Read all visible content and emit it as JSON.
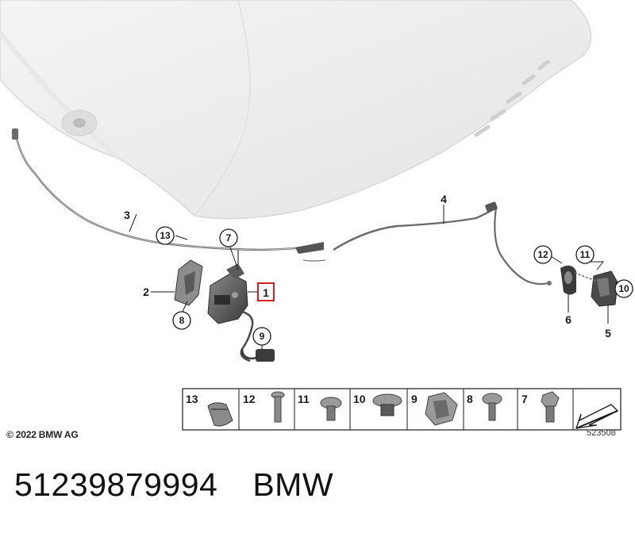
{
  "diagram": {
    "callouts": {
      "c1": "1",
      "c2": "2",
      "c3": "3",
      "c4": "4",
      "c5": "5",
      "c6": "6",
      "c7": "7",
      "c8": "8",
      "c9": "9",
      "c10": "10",
      "c11": "11",
      "c12": "12",
      "c13": "13"
    },
    "highlighted_callout": "1",
    "colors": {
      "highlight": "#d62020",
      "cable": "#555555",
      "part": "#4a4a4a",
      "hood": "#eeeeee"
    }
  },
  "legend": {
    "cells": [
      "13",
      "12",
      "11",
      "10",
      "9",
      "8",
      "7"
    ]
  },
  "copyright": "© 2022 BMW AG",
  "diagram_code": "523508",
  "footer": {
    "part_number": "51239879994",
    "brand": "BMW"
  }
}
